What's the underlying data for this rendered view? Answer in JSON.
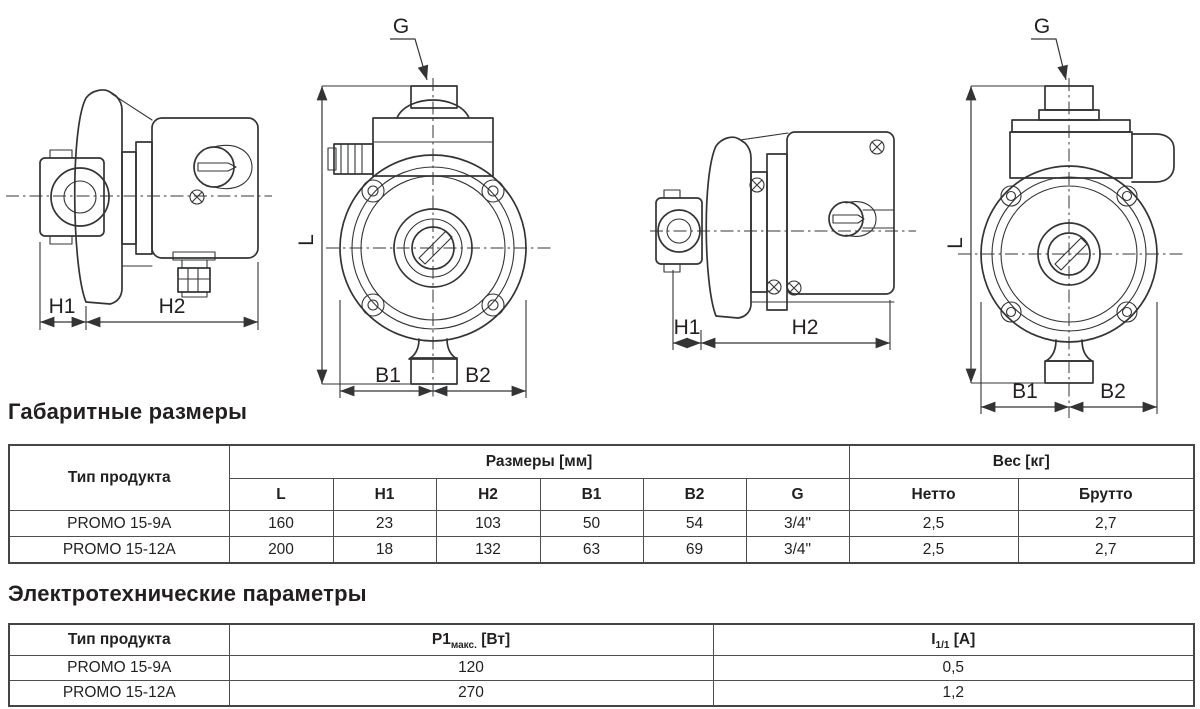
{
  "drawing": {
    "pump1_side": {
      "h1": "H1",
      "h2": "H2"
    },
    "pump1_front": {
      "g": "G",
      "l": "L",
      "b1": "B1",
      "b2": "B2"
    },
    "pump2_side": {
      "h1": "H1",
      "h2": "H2"
    },
    "pump2_front": {
      "g": "G",
      "l": "L",
      "b1": "B1",
      "b2": "B2"
    }
  },
  "dimensions_section": {
    "heading": "Габаритные размеры",
    "table": {
      "product_col_header": "Тип продукта",
      "dimensions_group_header": "Размеры [мм]",
      "weight_group_header": "Вес [кг]",
      "columns": [
        "L",
        "H1",
        "H2",
        "B1",
        "B2",
        "G",
        "Нетто",
        "Брутто"
      ],
      "rows": [
        {
          "product": "PROMO 15-9A",
          "values": [
            "160",
            "23",
            "103",
            "50",
            "54",
            "3/4\"",
            "2,5",
            "2,7"
          ]
        },
        {
          "product": "PROMO 15-12A",
          "values": [
            "200",
            "18",
            "132",
            "63",
            "69",
            "3/4\"",
            "2,5",
            "2,7"
          ]
        }
      ]
    }
  },
  "electrical_section": {
    "heading": "Электротехнические параметры",
    "table": {
      "product_col_header": "Тип продукта",
      "power_header": {
        "base": "P1",
        "sub": "макс.",
        "unit": " [Вт]"
      },
      "current_header": {
        "base": "I",
        "sub": "1/1",
        "unit": " [А]"
      },
      "rows": [
        {
          "product": "PROMO 15-9A",
          "power": "120",
          "current": "0,5"
        },
        {
          "product": "PROMO 15-12A",
          "power": "270",
          "current": "1,2"
        }
      ]
    }
  },
  "colors": {
    "line": "#333436",
    "text": "#231f20",
    "table_border": "#4f4f51"
  }
}
